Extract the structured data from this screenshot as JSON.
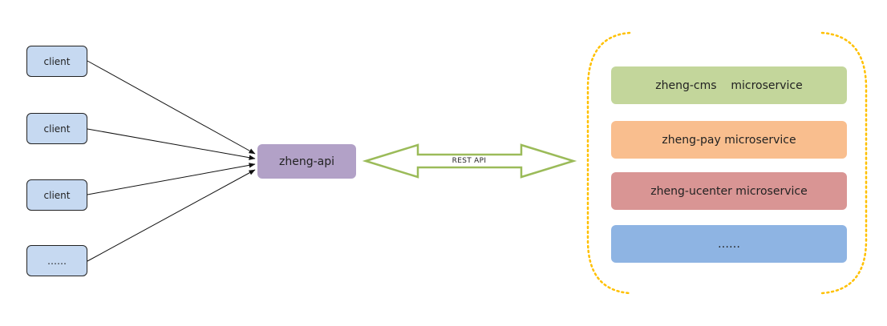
{
  "clients": [
    {
      "label": "client"
    },
    {
      "label": "client"
    },
    {
      "label": "client"
    },
    {
      "label": "……"
    }
  ],
  "gateway": {
    "label": "zheng-api"
  },
  "connector": {
    "label": "REST API"
  },
  "microservices": [
    {
      "label": "zheng-cms    microservice",
      "color": "#c3d69b"
    },
    {
      "label": "zheng-pay microservice",
      "color": "#f9be8e"
    },
    {
      "label": "zheng-ucenter microservice",
      "color": "#d99594"
    },
    {
      "label": "……",
      "color": "#8eb4e3"
    }
  ],
  "colors": {
    "client_fill": "#c6d9f1",
    "gateway_fill": "#b2a1c7",
    "arrow_outline": "#9bbb59",
    "group_border": "#ffc000"
  }
}
